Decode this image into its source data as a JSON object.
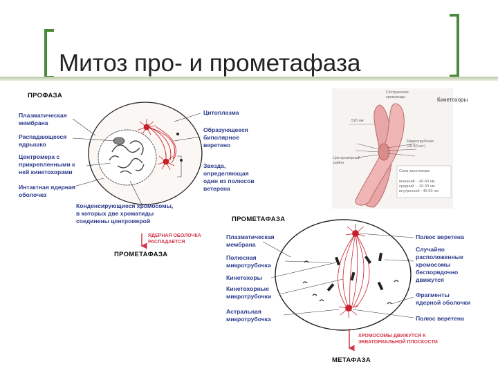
{
  "slide": {
    "title": "Митоз про- и прометафаза"
  },
  "prophase": {
    "heading": "ПРОФАЗА",
    "labels": {
      "plasma_membrane": "Плазматическая\nмембрана",
      "nucleolus": "Распадающееся\nядрышко",
      "centromere": "Центромера с\nприкрепленными к\nней кинетохорами",
      "nuclear_envelope": "Интактная ядерная\nоболочка",
      "cytoplasm": "Цитоплазма",
      "spindle": "Образующееся\nбиполярное\nверетено",
      "aster": "Звезда,\nопределяющая\nодин из полюсов\nветерена",
      "chromosomes": "Конденсирующиеся хромосомы,\nв которых две хроматиды\nсоединены центромерой"
    },
    "transition_note": "ЯДЕРНАЯ ОБОЛОЧКА\nРАСПАДАЕТСЯ",
    "next_heading": "ПРОМЕТАФАЗА"
  },
  "chromosome_inset": {
    "title": "Кинетохоры",
    "labels": {
      "sister_chromatids": "Сестринские\nхроматиды",
      "width": "520 нм",
      "microtubules": "Микротрубочки\n(30-40 шт.)",
      "centromere": "Центромерный\nрайон",
      "kinetochore_layers": "Слои кинетохора:",
      "layer_values": "внешний  - 40-60 нм\nсредний   - 20-30 нм\nвнутренний - 40-60 нм"
    }
  },
  "prometaphase": {
    "heading": "ПРОМЕТАФАЗА",
    "labels": {
      "plasma_membrane": "Плазматическая\nмембрана",
      "polar_microtubule": "Полюсная\nмикротрубочка",
      "kinetochores": "Кинетохоры",
      "kinetochore_microtubules": "Кинетохорные\nмикротрубочки",
      "astral_microtubule": "Астральная\nмикротрубочка",
      "spindle_pole_top": "Полюс веретена",
      "random_chromosomes": "Случайно\nрасположенные\nхромосомы\nбеспорядочно\nдвижутся",
      "envelope_fragments": "Фрагменты\nядерной оболочки",
      "spindle_pole_bottom": "Полюс веретена"
    },
    "transition_note": "ХРОМОСОМЫ ДВИЖУТСЯ К\nЭКВАТОРИАЛЬНОЙ ПЛОСКОСТИ",
    "next_heading": "МЕТАФАЗА"
  },
  "colors": {
    "accent_bracket": "#4a8a3c",
    "label_text": "#2b3a8c",
    "annotation_red": "#d2364a",
    "chromatid": "#e9a6a6"
  }
}
